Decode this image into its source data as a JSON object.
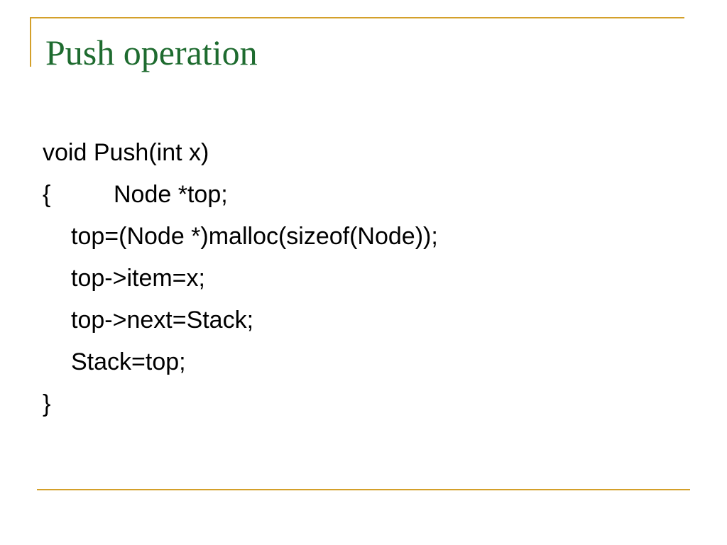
{
  "slide": {
    "title": "Push operation",
    "accent_color": "#d4a02a",
    "title_color": "#1e6b2f",
    "code": {
      "signature": "void Push(int x)",
      "open_brace": "{",
      "declaration": "Node *top;",
      "alloc": "top=(Node *)malloc(sizeof(Node));",
      "assign_item": "top->item=x;",
      "assign_next": "top->next=Stack;",
      "assign_stack": "Stack=top;",
      "close_brace": "}"
    }
  }
}
